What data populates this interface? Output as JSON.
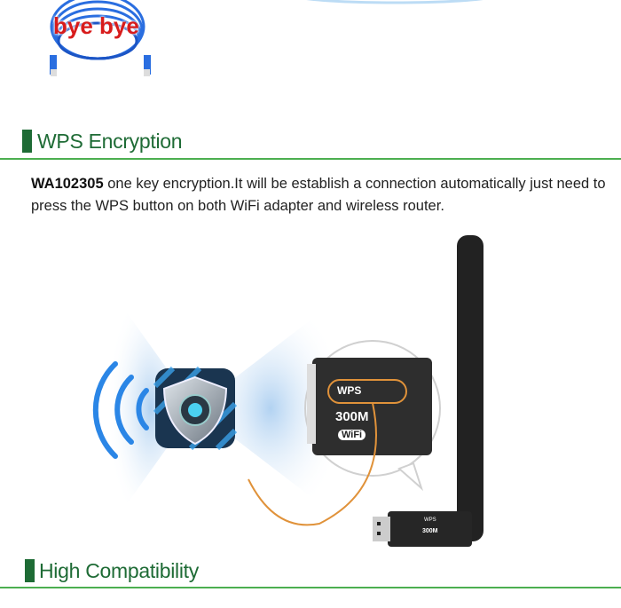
{
  "top_image": {
    "caption": "bye bye"
  },
  "sections": [
    {
      "title": "WPS Encryption",
      "model": "WA102305",
      "description": " one key encryption.It will be establish a connection automatically just need to press the WPS button on both WiFi adapter and wireless router."
    },
    {
      "title": "High Compatibility"
    }
  ],
  "device": {
    "button_label": "WPS",
    "speed_label": "300M",
    "logo": "WiFi"
  },
  "colors": {
    "heading": "#1e6b35",
    "rule": "#4caf50",
    "caption": "#d81c1c",
    "accent_ring": "#e0923a"
  }
}
